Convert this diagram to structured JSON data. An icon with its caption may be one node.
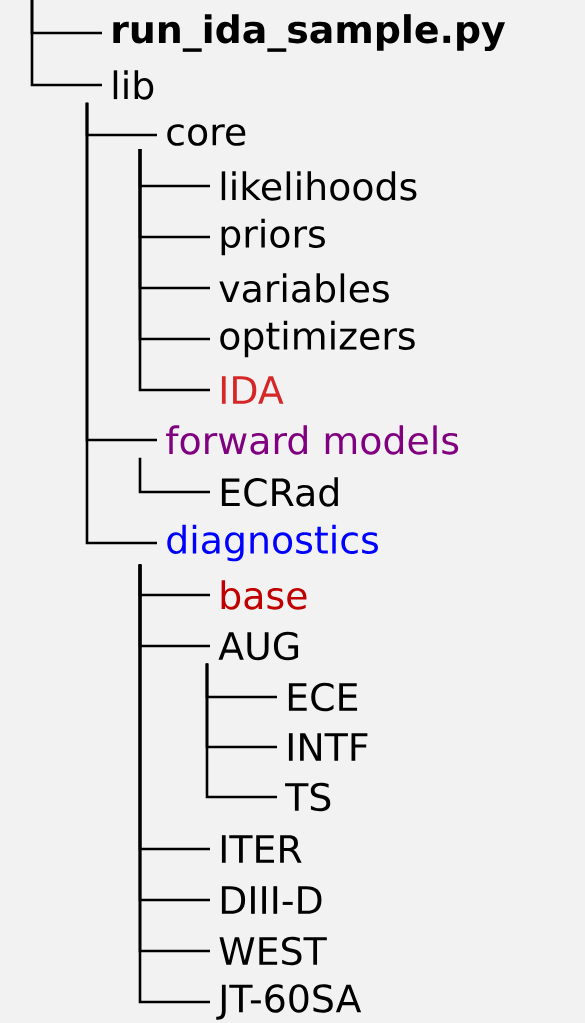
{
  "diagram": {
    "nodes": [
      {
        "text": [
          "run_ida_sample.py"
        ]
      },
      {
        "text": [
          "lib"
        ]
      },
      {
        "text": [
          "core"
        ]
      },
      {
        "text": [
          "likelihoods"
        ]
      },
      {
        "text": [
          "priors"
        ]
      },
      {
        "text": [
          "variables"
        ]
      },
      {
        "text": [
          "optimizers"
        ]
      },
      {
        "text": [
          "IDA"
        ]
      },
      {
        "text": [
          "forward models"
        ]
      },
      {
        "text": [
          "ECRad"
        ]
      },
      {
        "text": [
          "diagnostics"
        ]
      },
      {
        "text": [
          "base"
        ]
      },
      {
        "text": [
          "AUG"
        ]
      },
      {
        "text": [
          "ECE"
        ]
      },
      {
        "text": [
          "INTF"
        ]
      },
      {
        "text": [
          "TS"
        ]
      },
      {
        "text": [
          "ITER"
        ]
      },
      {
        "text": [
          "DIII-D"
        ]
      },
      {
        "text": [
          "WEST"
        ]
      },
      {
        "text": [
          "JT-60SA"
        ]
      }
    ],
    "edges": [
      {
        "from": null,
        "to": 0,
        "arrow": "none"
      },
      {
        "from": null,
        "to": 1,
        "arrow": "none"
      },
      {
        "from": 1,
        "to": 2,
        "arrow": "none"
      },
      {
        "from": 2,
        "to": 3,
        "arrow": "none"
      },
      {
        "from": 2,
        "to": 4,
        "arrow": "none"
      },
      {
        "from": 2,
        "to": 5,
        "arrow": "none"
      },
      {
        "from": 2,
        "to": 6,
        "arrow": "none"
      },
      {
        "from": 2,
        "to": 7,
        "arrow": "none"
      },
      {
        "from": 1,
        "to": 8,
        "arrow": "none"
      },
      {
        "from": 8,
        "to": 9,
        "arrow": "none"
      },
      {
        "from": 1,
        "to": 10,
        "arrow": "none"
      },
      {
        "from": 10,
        "to": 11,
        "arrow": "none"
      },
      {
        "from": 10,
        "to": 12,
        "arrow": "none"
      },
      {
        "from": 12,
        "to": 13,
        "arrow": "none"
      },
      {
        "from": 12,
        "to": 14,
        "arrow": "none"
      },
      {
        "from": 12,
        "to": 15,
        "arrow": "none"
      },
      {
        "from": 10,
        "to": 16,
        "arrow": "none"
      },
      {
        "from": 10,
        "to": 17,
        "arrow": "none"
      },
      {
        "from": 10,
        "to": 18,
        "arrow": "none"
      },
      {
        "from": 10,
        "to": 19,
        "arrow": "none"
      }
    ]
  }
}
